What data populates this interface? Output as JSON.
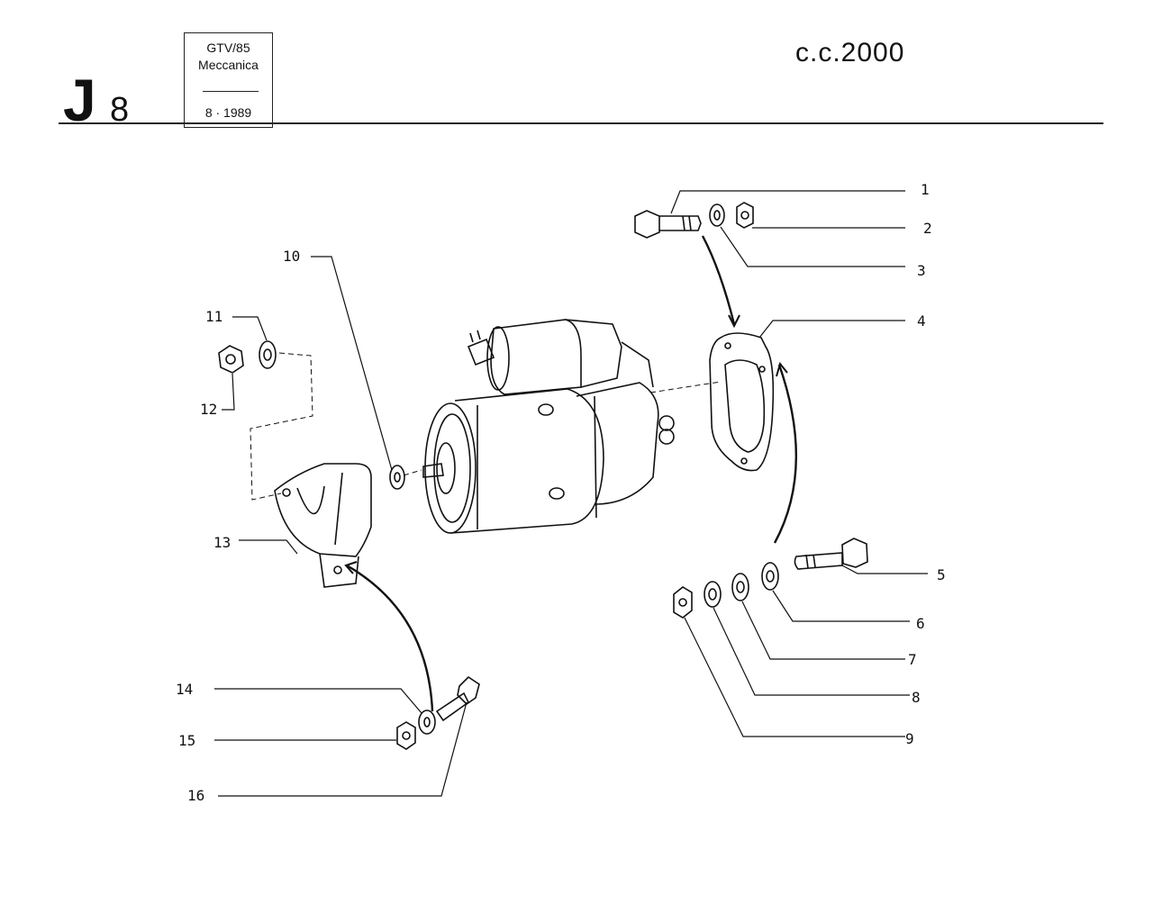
{
  "header": {
    "sheet_letter": "J",
    "sheet_number": "8",
    "model": "GTV/85",
    "section": "Meccanica",
    "date": "8 · 1989",
    "engine": "c.c.2000"
  },
  "callouts": [
    "1",
    "2",
    "3",
    "4",
    "5",
    "6",
    "7",
    "8",
    "9",
    "10",
    "11",
    "12",
    "13",
    "14",
    "15",
    "16"
  ],
  "icons": [
    "starter-motor",
    "mounting-flange",
    "bolt",
    "nut",
    "washer",
    "support-bracket"
  ]
}
